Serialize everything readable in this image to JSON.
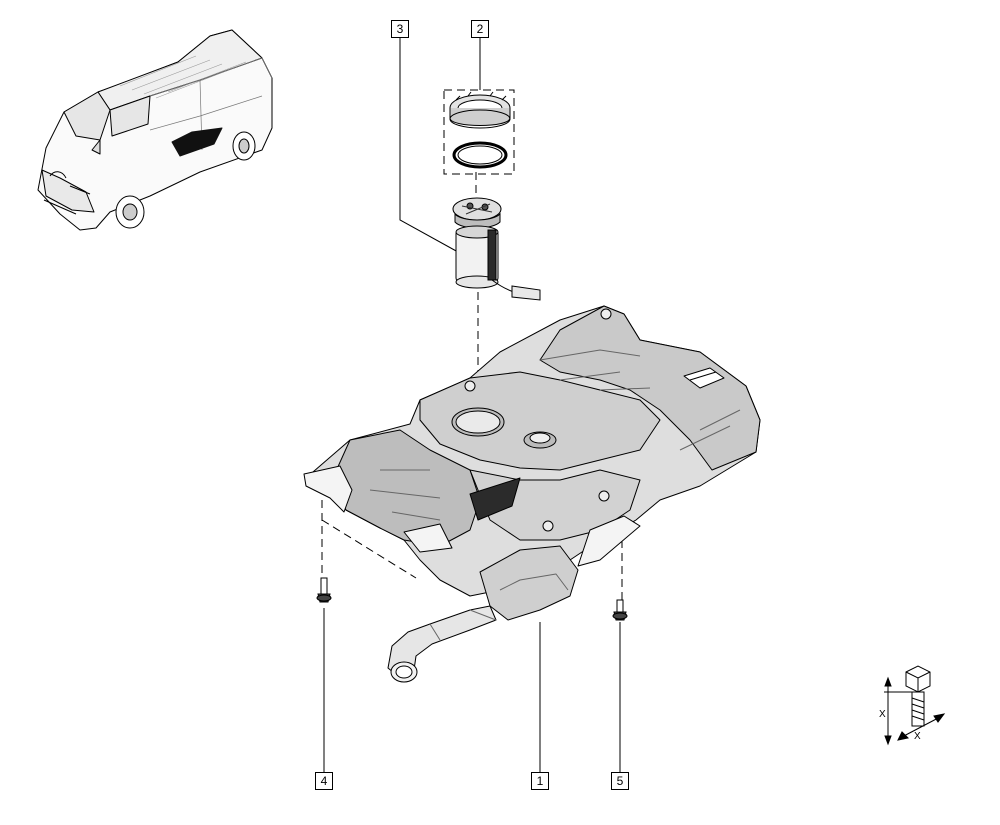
{
  "callouts": {
    "part1": "1",
    "part2": "2",
    "part3": "3",
    "part4": "4",
    "part5": "5"
  },
  "fastener_legend": {
    "dim_x_vertical": "X",
    "dim_x_horizontal": "X"
  },
  "colors": {
    "line": "#000000",
    "shading": "#d9d9d9",
    "dark_shading": "#8c8c8c",
    "highlight": "#111111"
  }
}
